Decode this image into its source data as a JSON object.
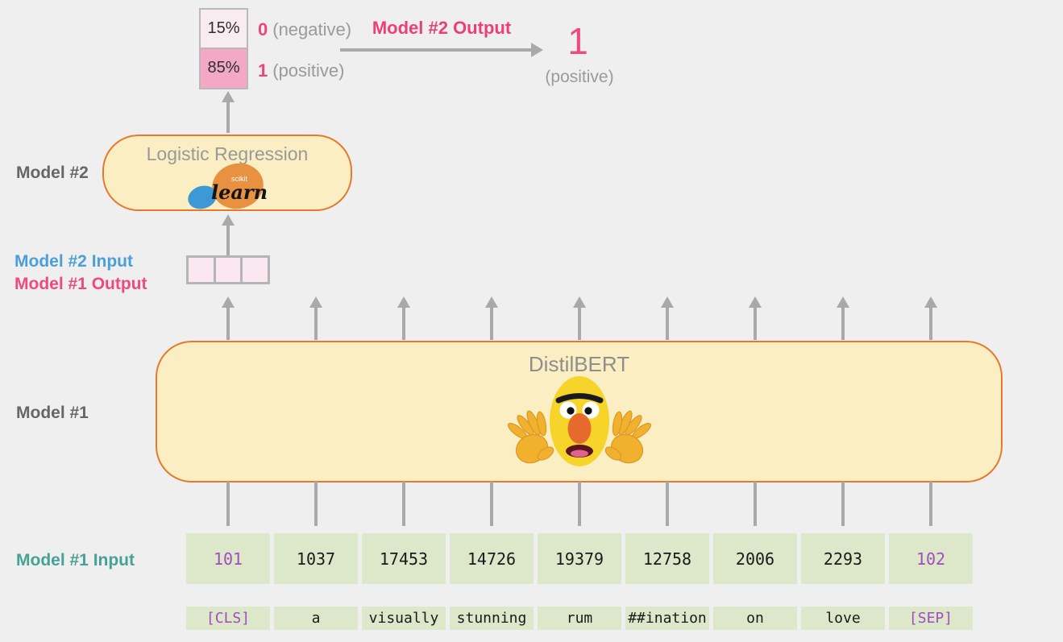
{
  "output_panel": {
    "prob_cells": [
      {
        "pct": "15%",
        "class_label": "0",
        "class_name": "(negative)"
      },
      {
        "pct": "85%",
        "class_label": "1",
        "class_name": "(positive)"
      }
    ],
    "arrow_label": "Model #2 Output",
    "result_value": "1",
    "result_name": "(positive)"
  },
  "model2": {
    "side_label": "Model #2",
    "box_title": "Logistic Regression",
    "logo_scikit": "scikit",
    "logo_learn": "learn"
  },
  "model2_input": {
    "label_line1": "Model #2 Input",
    "label_line2": "Model #1 Output",
    "cell_count": 3
  },
  "model1": {
    "side_label": "Model #1",
    "box_title": "DistilBERT",
    "mascot_icon": "bert-face-with-waving-hands"
  },
  "model1_input": {
    "label": "Model #1 Input",
    "token_ids": [
      "101",
      "1037",
      "17453",
      "14726",
      "19379",
      "12758",
      "2006",
      "2293",
      "102"
    ],
    "tokens": [
      "[CLS]",
      "a",
      "visually",
      "stunning",
      "rum",
      "##ination",
      "on",
      "love",
      "[SEP]"
    ],
    "special_token_indices": [
      0,
      8
    ]
  },
  "colors": {
    "background": "#efeff0",
    "box_fill": "#fbeec3",
    "box_border": "#e57a2e",
    "arrow_gray": "#a9a9a9",
    "pink_accent": "#ed3f77",
    "blue_accent": "#4a9fd7",
    "teal_accent": "#45a295",
    "purple_token": "#a14cc0",
    "green_cell": "#dce8c9",
    "prob_positive_fill": "#f3a9c6",
    "prob_negative_fill": "#f8ecf1",
    "vector_cell_fill": "#fbe7f0"
  }
}
